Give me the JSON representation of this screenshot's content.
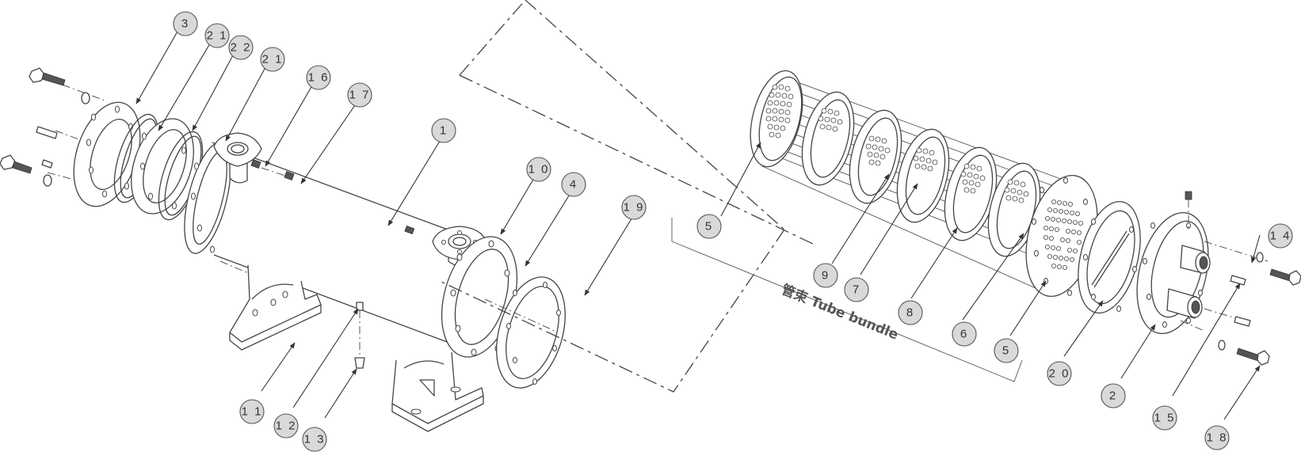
{
  "bundle_label": "管束 Tube bundle",
  "callouts": [
    "3",
    "2 1",
    "2 2",
    "2 1",
    "1 6",
    "1 7",
    "1",
    "1 0",
    "4",
    "1 9",
    "5",
    "9",
    "7",
    "8",
    "6",
    "5",
    "2 0",
    "2",
    "1 4",
    "1 5",
    "1 8",
    "1 1",
    "1 2",
    "1 3"
  ]
}
